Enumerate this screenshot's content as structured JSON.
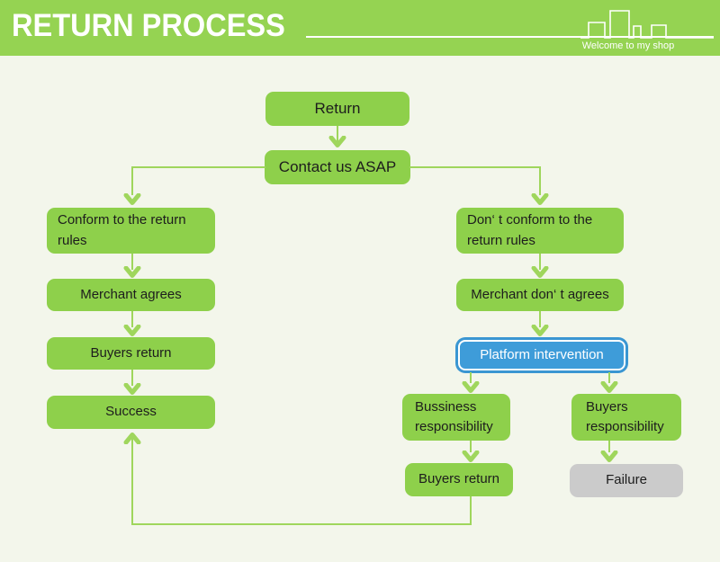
{
  "header": {
    "title": "RETURN PROCESS",
    "tagline": "Welcome to my shop"
  },
  "colors": {
    "header_green": "#95d352",
    "node_green": "#8ed04b",
    "connector_green": "#9fd65c",
    "highlight_blue": "#3e9cd9",
    "neutral_gray": "#cbcbcb",
    "background": "#f3f6eb",
    "text_dark": "#1d1d1d",
    "text_light": "#ffffff"
  },
  "flowchart": {
    "nodes": {
      "return": {
        "label": "Return"
      },
      "contact": {
        "label": "Contact us ASAP"
      },
      "conform": {
        "label": "Conform to the return rules"
      },
      "merchant_agrees": {
        "label": "Merchant agrees"
      },
      "buyers_return_left": {
        "label": "Buyers return"
      },
      "success": {
        "label": "Success"
      },
      "dont_conform": {
        "label": "Don‘ t conform to the return rules"
      },
      "merchant_dont_agrees": {
        "label": "Merchant don‘ t agrees"
      },
      "platform_intervention": {
        "label": "Platform intervention"
      },
      "business_responsibility": {
        "label": "Bussiness responsibility"
      },
      "buyers_responsibility": {
        "label": "Buyers responsibility"
      },
      "buyers_return_right": {
        "label": "Buyers return"
      },
      "failure": {
        "label": "Failure"
      }
    }
  }
}
